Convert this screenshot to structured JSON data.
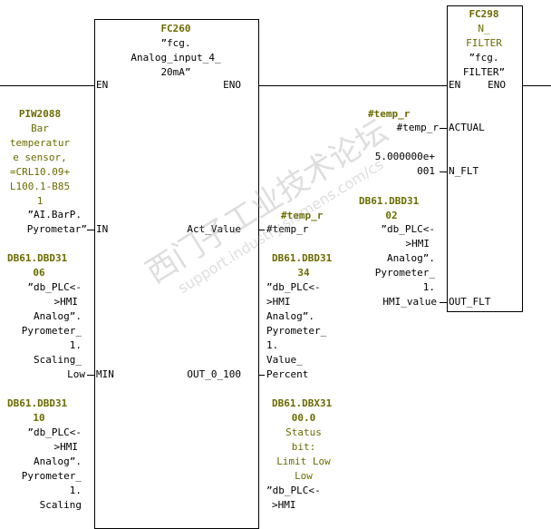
{
  "fc260": {
    "name": "FC260",
    "title": [
      "”fcg.",
      "Analog_input_4_",
      "20mA”"
    ],
    "en": "EN",
    "eno": "ENO",
    "pin_in": "IN",
    "pin_min": "MIN",
    "pin_act": "Act_Value",
    "pin_out": "OUT_0_100"
  },
  "fc298": {
    "name": "FC298",
    "title": [
      "N_",
      "FILTER",
      "”fcg.",
      "FILTER”"
    ],
    "en": "EN",
    "eno": "ENO",
    "pin_actual": "ACTUAL",
    "pin_nflt": "N_FLT",
    "pin_outflt": "OUT_FLT"
  },
  "in_operand": {
    "address": "PIW2088",
    "comment": [
      "Bar",
      "temperatur",
      "e sensor,",
      "=CRL10.09+",
      "L100.1-B85",
      "1"
    ],
    "symbol": [
      "”AI.BarP.",
      "Pyrometar”"
    ]
  },
  "min_operand": {
    "address": [
      "DB61.DBD31",
      "06"
    ],
    "symbol": [
      "”db_PLC<-",
      ">HMI",
      "Analog”.",
      "Pyrometer_",
      "1.",
      "Scaling_",
      "Low"
    ]
  },
  "operand_3110": {
    "address": [
      "DB61.DBD31",
      "10"
    ],
    "symbol": [
      "”db_PLC<-",
      ">HMI",
      "Analog”.",
      "Pyrometer_",
      "1.",
      "Scaling"
    ]
  },
  "act_operand": {
    "address": "#temp_r",
    "symbol": "#temp_r"
  },
  "out_operand": {
    "address": [
      "DB61.DBD31",
      "34"
    ],
    "symbol": [
      "”db_PLC<-",
      ">HMI",
      "Analog”.",
      "Pyrometer_",
      "1.",
      "Value_",
      "Percent"
    ]
  },
  "status_operand": {
    "address": [
      "DB61.DBX31",
      "00.0"
    ],
    "comment": [
      "Status",
      "bit:",
      "Limit Low",
      "Low"
    ],
    "symbol": [
      "”db_PLC<-",
      ">HMI"
    ]
  },
  "actual_operand": {
    "address": "#temp_r",
    "symbol": "#temp_r"
  },
  "nflt_operand": {
    "value": [
      "5.000000e+",
      "001"
    ]
  },
  "outflt_operand": {
    "address": [
      "DB61.DBD31",
      "02"
    ],
    "symbol": [
      "”db_PLC<-",
      ">HMI",
      "Analog”.",
      "Pyrometer_",
      "1.",
      "HMI_value"
    ]
  },
  "watermark": {
    "line1": "西门子工业技术论坛",
    "line2": "support.industry.siemens.com/cs"
  }
}
